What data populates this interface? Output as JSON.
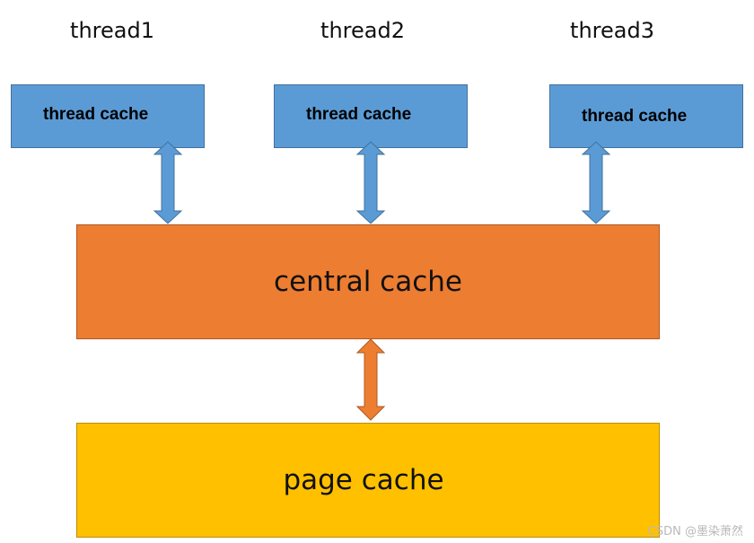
{
  "threads": [
    {
      "label": "thread1",
      "cache_label": "thread cache"
    },
    {
      "label": "thread2",
      "cache_label": "thread cache"
    },
    {
      "label": "thread3",
      "cache_label": "thread cache"
    }
  ],
  "central_cache": {
    "label": "central cache"
  },
  "page_cache": {
    "label": "page cache"
  },
  "watermark": "CSDN @墨染萧然",
  "colors": {
    "thread_cache": "#5b9bd5",
    "central_cache": "#ed7d31",
    "page_cache": "#ffc000",
    "thread_arrow": "#5b9bd5",
    "central_arrow": "#ed7d31"
  }
}
